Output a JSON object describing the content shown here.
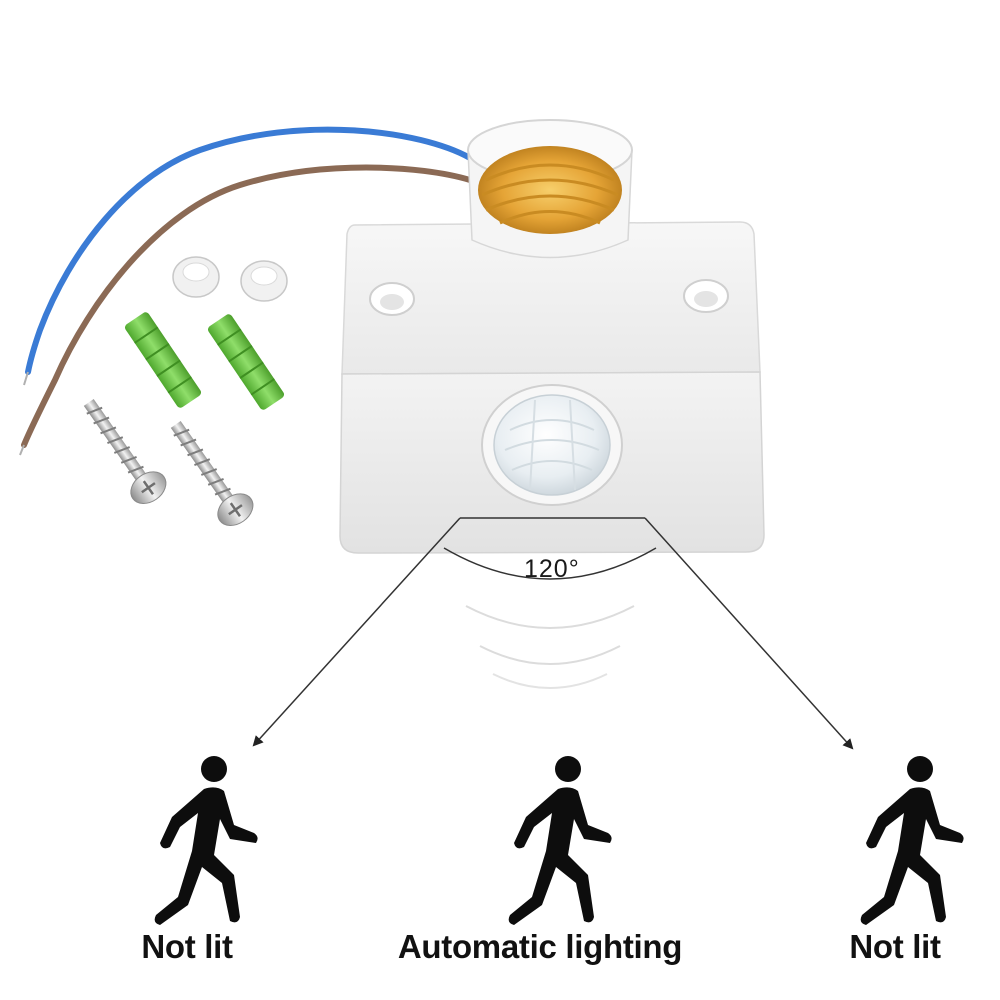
{
  "product": {
    "name": "pir-motion-sensor-lamp-holder",
    "body_color": "#f4f4f4",
    "socket_thread_color": "#e9a93a",
    "wire_colors": [
      "#3a7bd5",
      "#8b6a55"
    ],
    "anchor_color": "#6cc04a"
  },
  "detection": {
    "angle_label": "120°"
  },
  "captions": {
    "left": "Not lit",
    "center": "Automatic lighting",
    "right": "Not lit"
  },
  "icons": [
    "walking-person-icon",
    "walking-person-icon",
    "walking-person-icon",
    "arrow-icon",
    "sensor-wave-icon"
  ]
}
